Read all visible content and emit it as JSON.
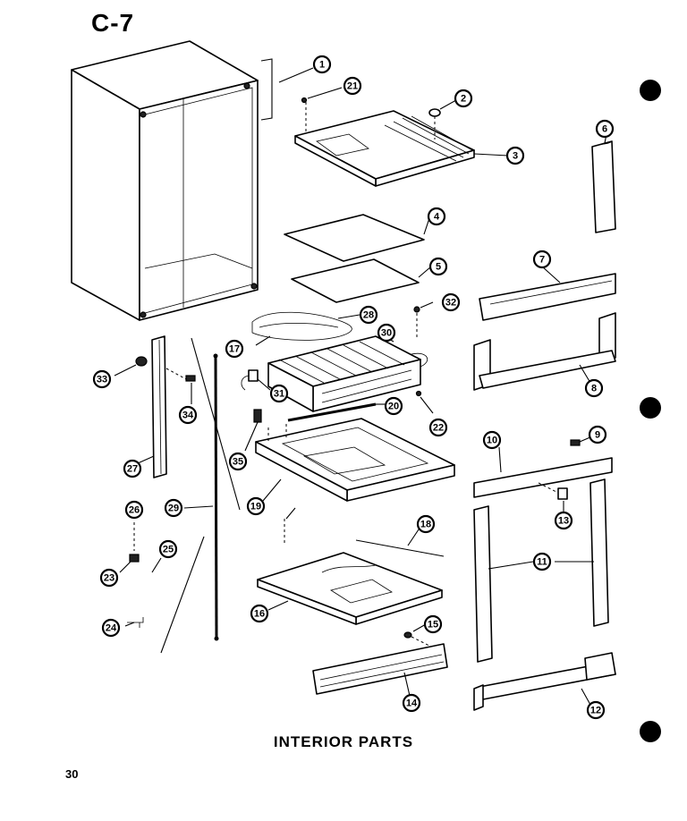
{
  "header": {
    "section_code": "C-7"
  },
  "footer": {
    "caption": "INTERIOR PARTS",
    "page_number": "30"
  },
  "diagram": {
    "callouts": [
      "1",
      "2",
      "3",
      "4",
      "5",
      "6",
      "7",
      "8",
      "9",
      "10",
      "11",
      "12",
      "13",
      "14",
      "15",
      "16",
      "17",
      "18",
      "19",
      "20",
      "21",
      "22",
      "23",
      "24",
      "25",
      "26",
      "27",
      "28",
      "29",
      "30",
      "31",
      "32",
      "33",
      "34",
      "35"
    ]
  },
  "colors": {
    "ink": "#000000",
    "paper": "#ffffff"
  }
}
